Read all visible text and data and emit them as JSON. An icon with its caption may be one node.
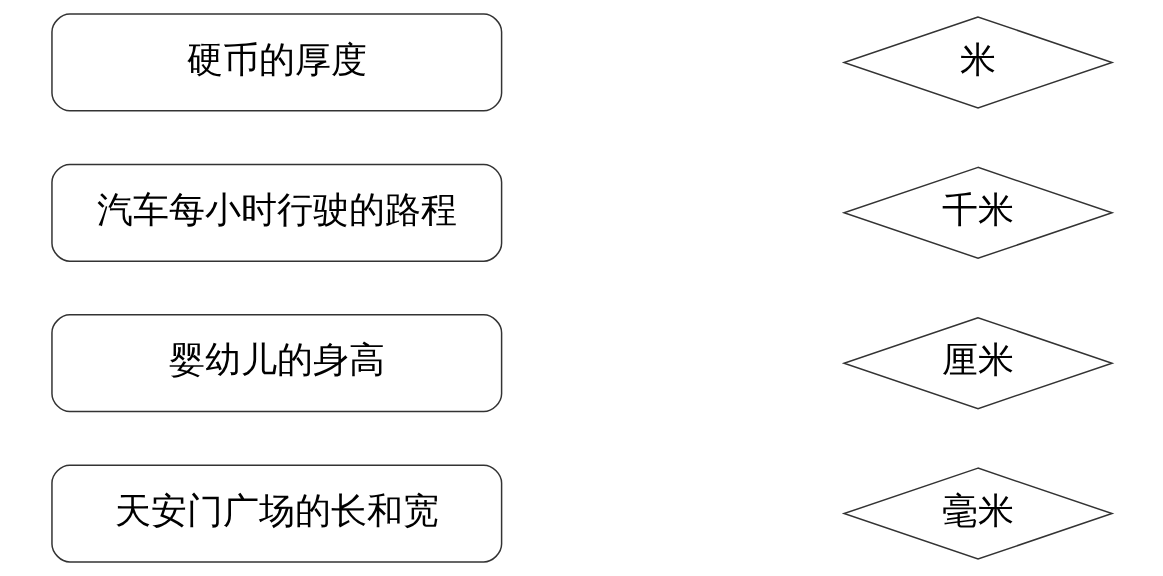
{
  "diagram": {
    "nodes": [
      {
        "text": [
          "天安门广场的长和宽"
        ]
      },
      {
        "text": [
          "婴幼儿的身高"
        ]
      },
      {
        "text": [
          "汽车每小时行驶的路程"
        ]
      },
      {
        "text": [
          "硬币的厚度"
        ]
      },
      {
        "text": [
          "毫米"
        ]
      },
      {
        "text": [
          "厘米"
        ]
      },
      {
        "text": [
          "千米"
        ]
      },
      {
        "text": [
          "米"
        ]
      }
    ]
  }
}
